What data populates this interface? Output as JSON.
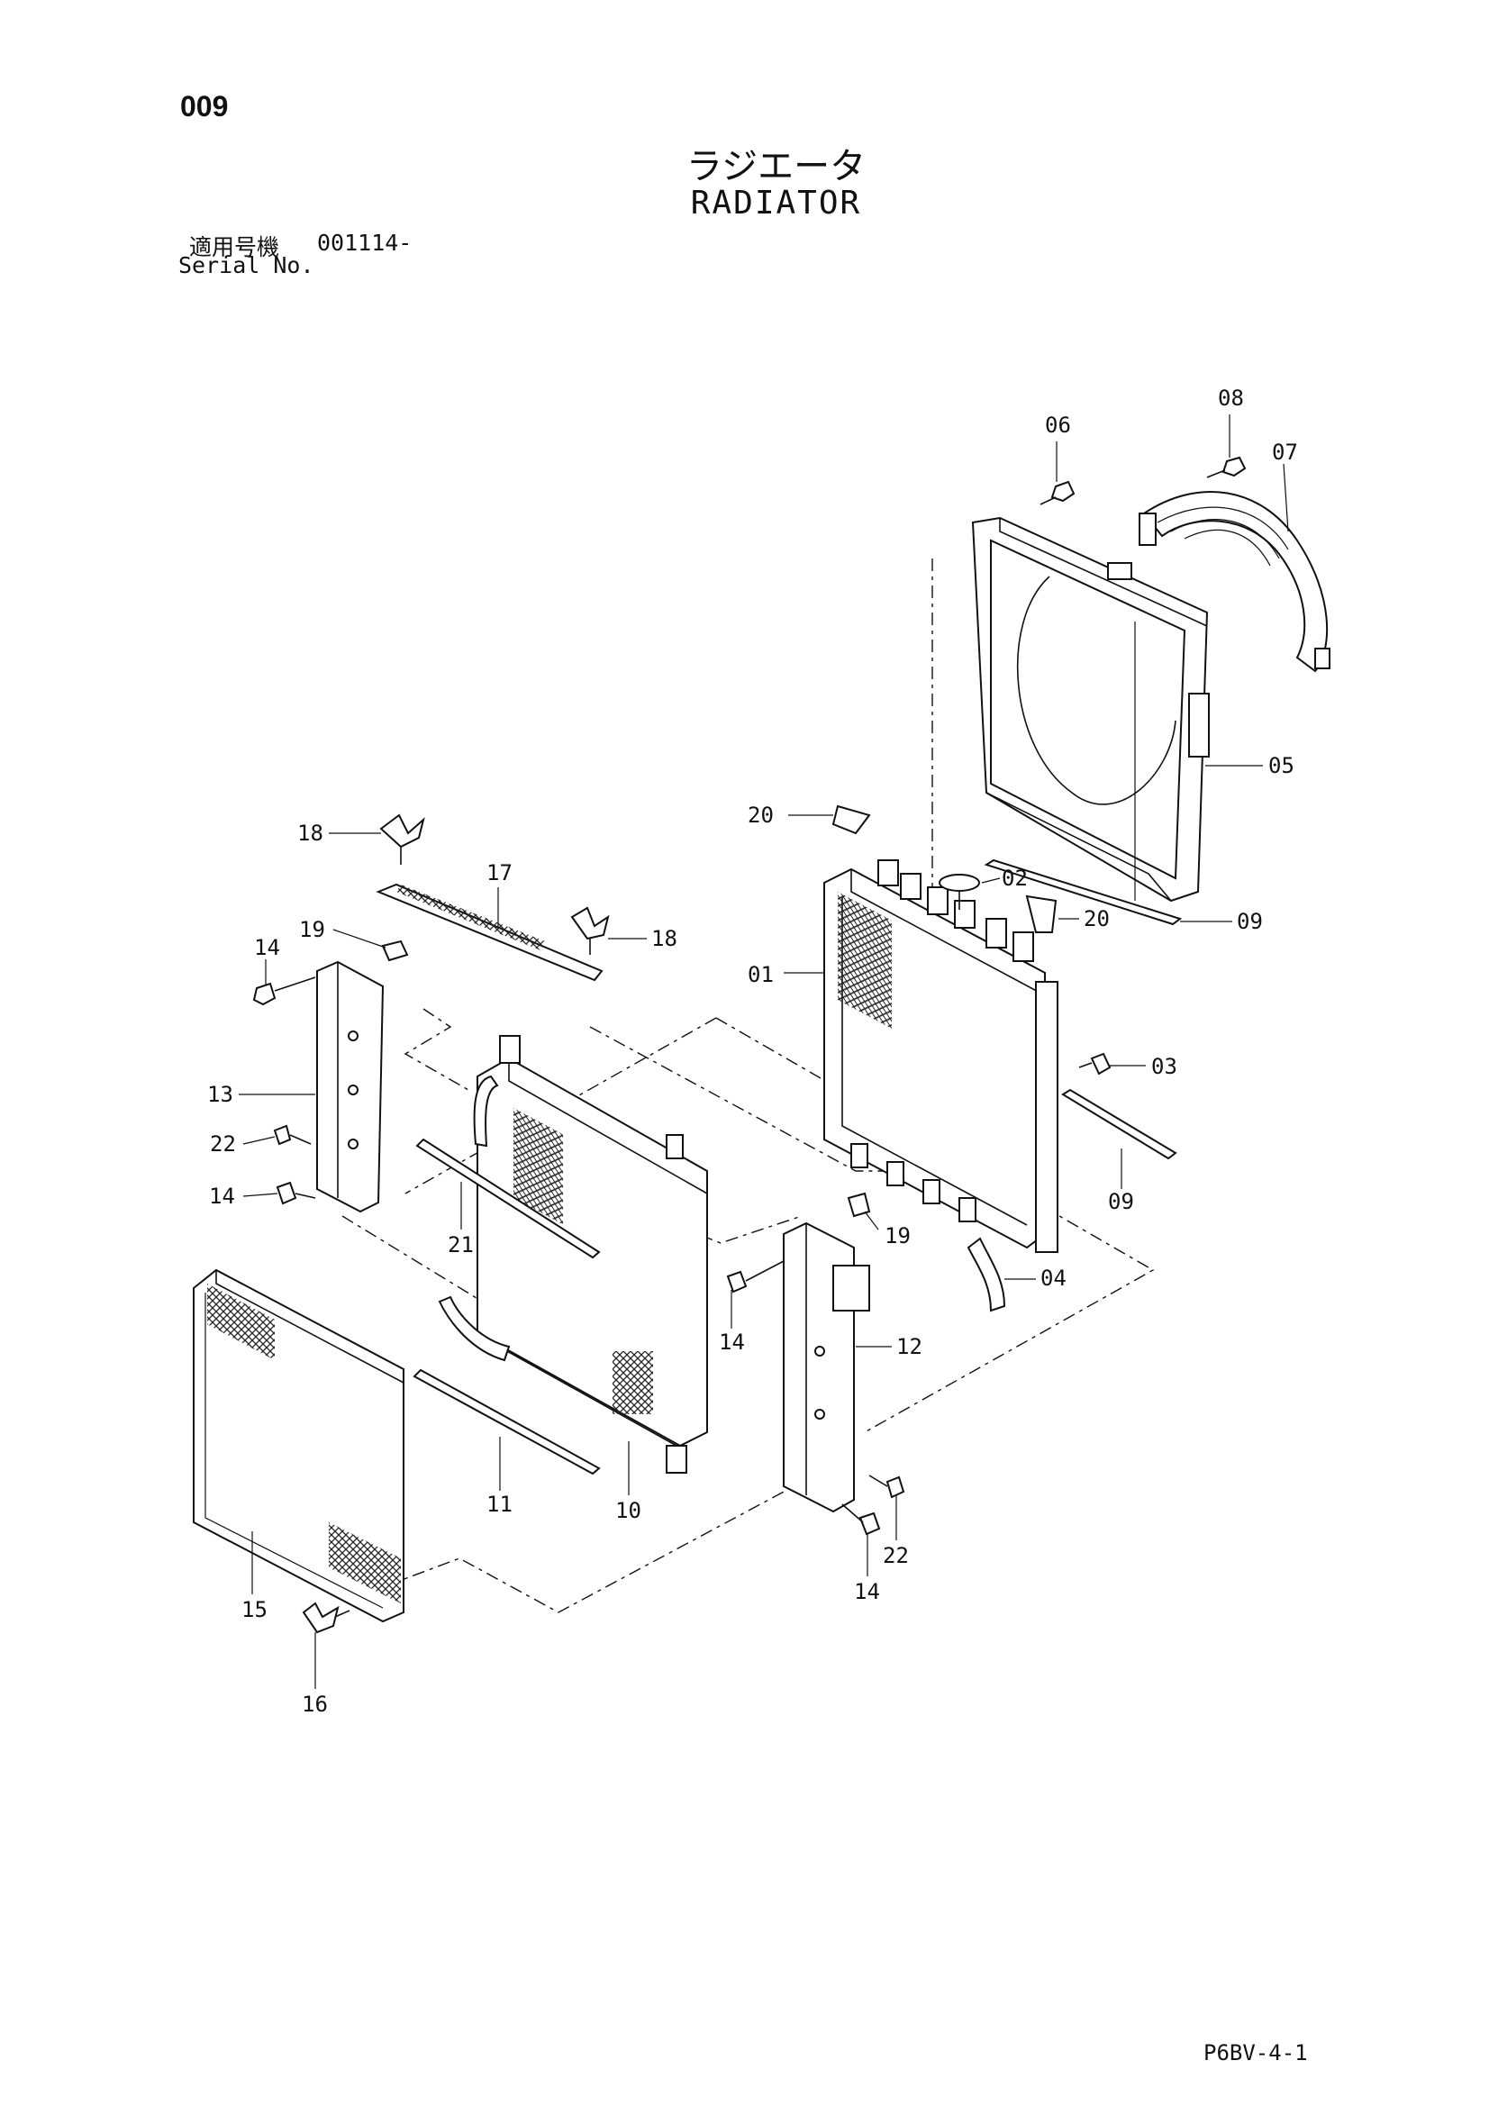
{
  "page": {
    "number": "009",
    "title_ja": "ラジエータ",
    "title_en": "RADIATOR",
    "serial_label_ja": "適用号機",
    "serial_value": "001114-",
    "serial_label_en": "Serial No.",
    "sheet_code": "P6BV-4-1"
  },
  "callouts": {
    "c01": "01",
    "c02": "02",
    "c03": "03",
    "c04": "04",
    "c05": "05",
    "c06": "06",
    "c07": "07",
    "c08": "08",
    "c09a": "09",
    "c09b": "09",
    "c10": "10",
    "c11": "11",
    "c12": "12",
    "c13": "13",
    "c14a": "14",
    "c14b": "14",
    "c14c": "14",
    "c14d": "14",
    "c15": "15",
    "c16": "16",
    "c17": "17",
    "c18a": "18",
    "c18b": "18",
    "c19a": "19",
    "c19b": "19",
    "c20a": "20",
    "c20b": "20",
    "c21": "21",
    "c22a": "22",
    "c22b": "22"
  }
}
